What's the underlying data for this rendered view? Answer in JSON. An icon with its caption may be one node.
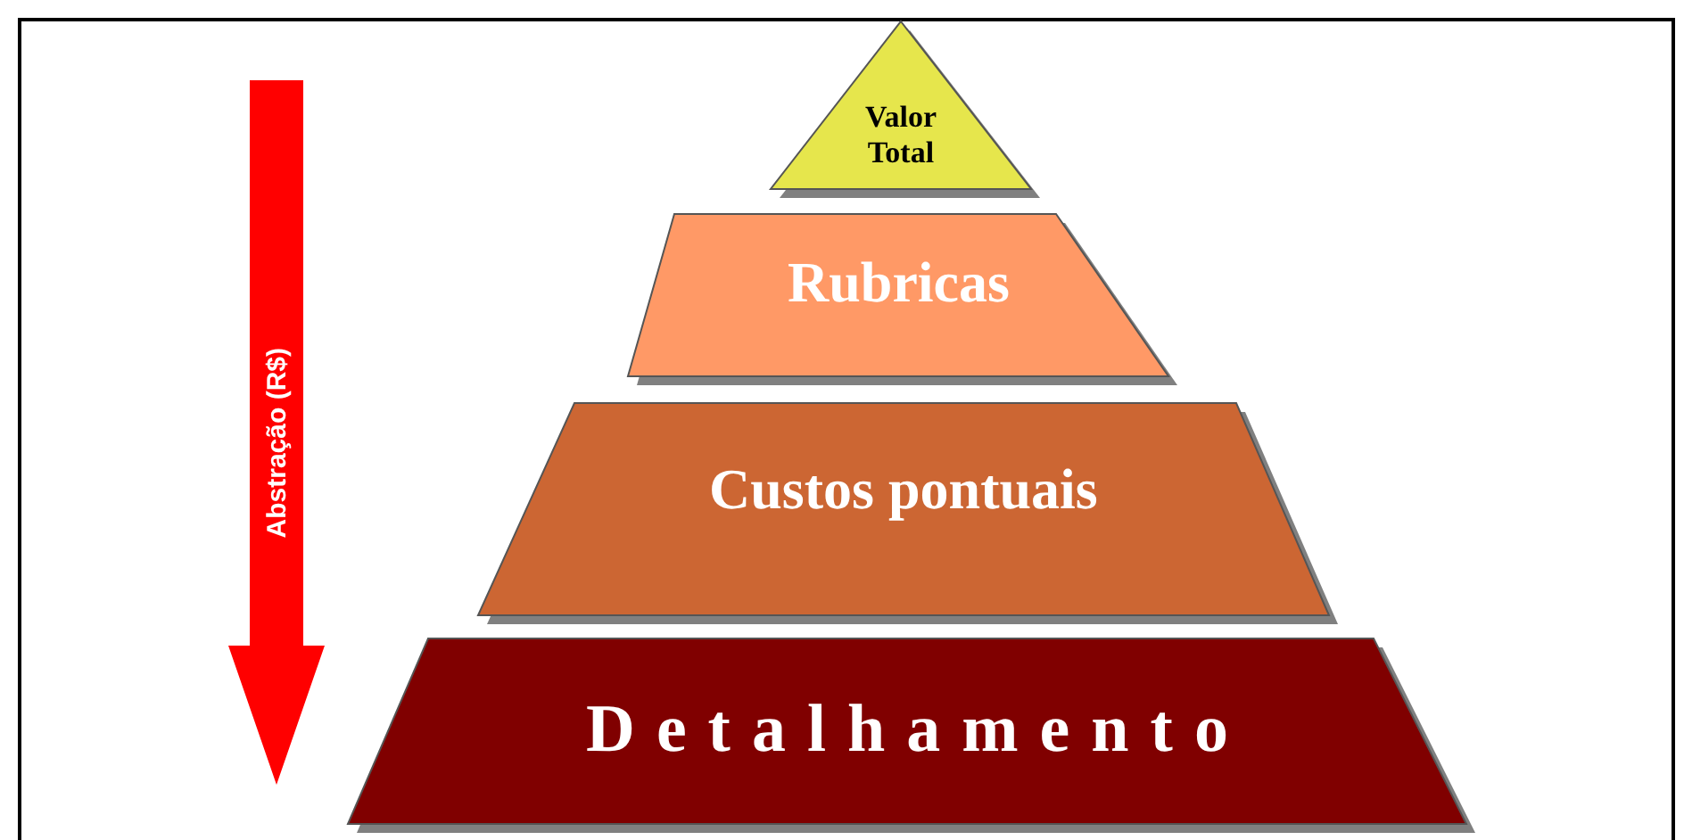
{
  "diagram": {
    "nodes": [
      {
        "text": [
          "Valor Total"
        ]
      },
      {
        "text": [
          "Rubricas"
        ]
      },
      {
        "text": [
          "Custos pontuais"
        ]
      },
      {
        "text": [
          "Detalhamento"
        ]
      }
    ],
    "labels": [
      "Abstração (R$)"
    ]
  }
}
